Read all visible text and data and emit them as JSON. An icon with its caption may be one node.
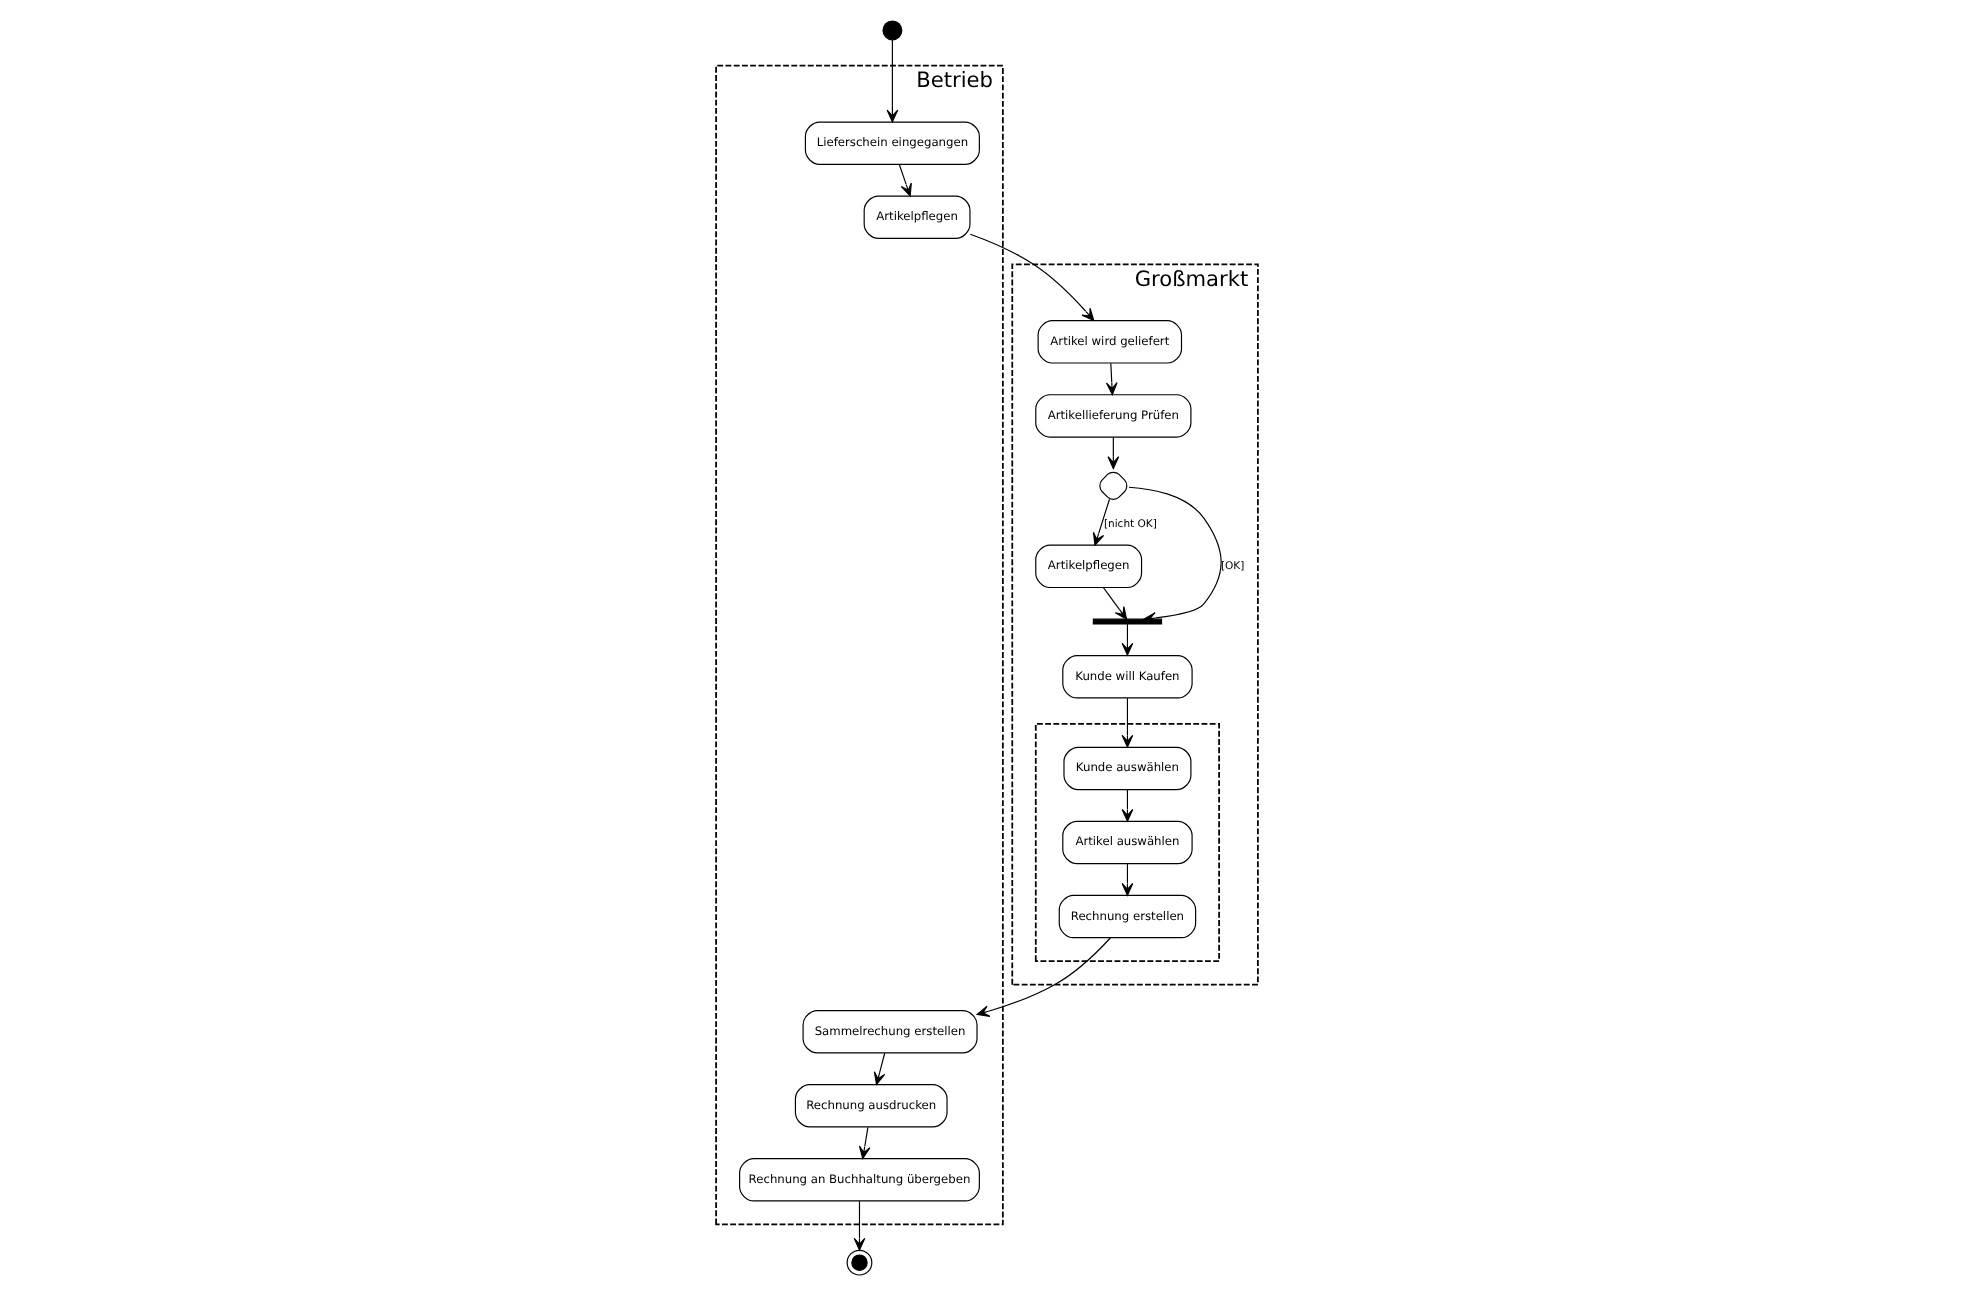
{
  "diagram": {
    "nodes": [
      {
        "text": [
          "Betrieb"
        ]
      },
      {
        "text": [
          "Großmarkt"
        ]
      },
      {
        "text": [],
        "shape": "box",
        "in": 1
      },
      {
        "text": [],
        "shape": "circle"
      },
      {
        "text": [
          "Lieferschein eingegangen"
        ],
        "in": 0
      },
      {
        "text": [
          "Artikelpflegen"
        ],
        "in": 0
      },
      {
        "text": [
          "Artikel wird geliefert"
        ],
        "in": 1
      },
      {
        "text": [
          "Artikellieferung Prüfen"
        ],
        "in": 1
      },
      {
        "text": [],
        "shape": "diamond",
        "in": 1
      },
      {
        "text": [
          "Artikelpflegen"
        ],
        "in": 1
      },
      {
        "text": [],
        "shape": "bar",
        "in": 1
      },
      {
        "text": [
          "Kunde will Kaufen"
        ],
        "in": 1
      },
      {
        "text": [
          "Kunde auswählen"
        ],
        "in": 2
      },
      {
        "text": [
          "Artikel auswählen"
        ],
        "in": 2
      },
      {
        "text": [
          "Rechnung erstellen"
        ],
        "in": 2
      },
      {
        "text": [
          "Sammelrechung erstellen"
        ],
        "in": 0
      },
      {
        "text": [
          "Rechnung ausdrucken"
        ],
        "in": 0
      },
      {
        "text": [
          "Rechnung an Buchhaltung übergeben"
        ],
        "in": 0
      },
      {
        "text": [],
        "shape": "bullseye"
      }
    ],
    "edges": [
      {
        "from": 3,
        "to": 4,
        "arrow": "to"
      },
      {
        "from": 4,
        "to": 5,
        "arrow": "to"
      },
      {
        "from": 5,
        "to": 6,
        "arrow": "to"
      },
      {
        "from": 6,
        "to": 7,
        "arrow": "to"
      },
      {
        "from": 7,
        "to": 8,
        "arrow": "to"
      },
      {
        "from": 8,
        "to": 9,
        "arrow": "to",
        "label": "[nicht OK]"
      },
      {
        "from": 8,
        "to": 10,
        "arrow": "to",
        "label": "[OK]"
      },
      {
        "from": 9,
        "to": 10,
        "arrow": "to"
      },
      {
        "from": 10,
        "to": 11,
        "arrow": "to"
      },
      {
        "from": 11,
        "to": 12,
        "arrow": "to"
      },
      {
        "from": 12,
        "to": 13,
        "arrow": "to"
      },
      {
        "from": 13,
        "to": 14,
        "arrow": "to"
      },
      {
        "from": 14,
        "to": 15,
        "arrow": "to"
      },
      {
        "from": 15,
        "to": 16,
        "arrow": "to"
      },
      {
        "from": 16,
        "to": 17,
        "arrow": "to"
      },
      {
        "from": 17,
        "to": 18,
        "arrow": "to"
      }
    ]
  }
}
